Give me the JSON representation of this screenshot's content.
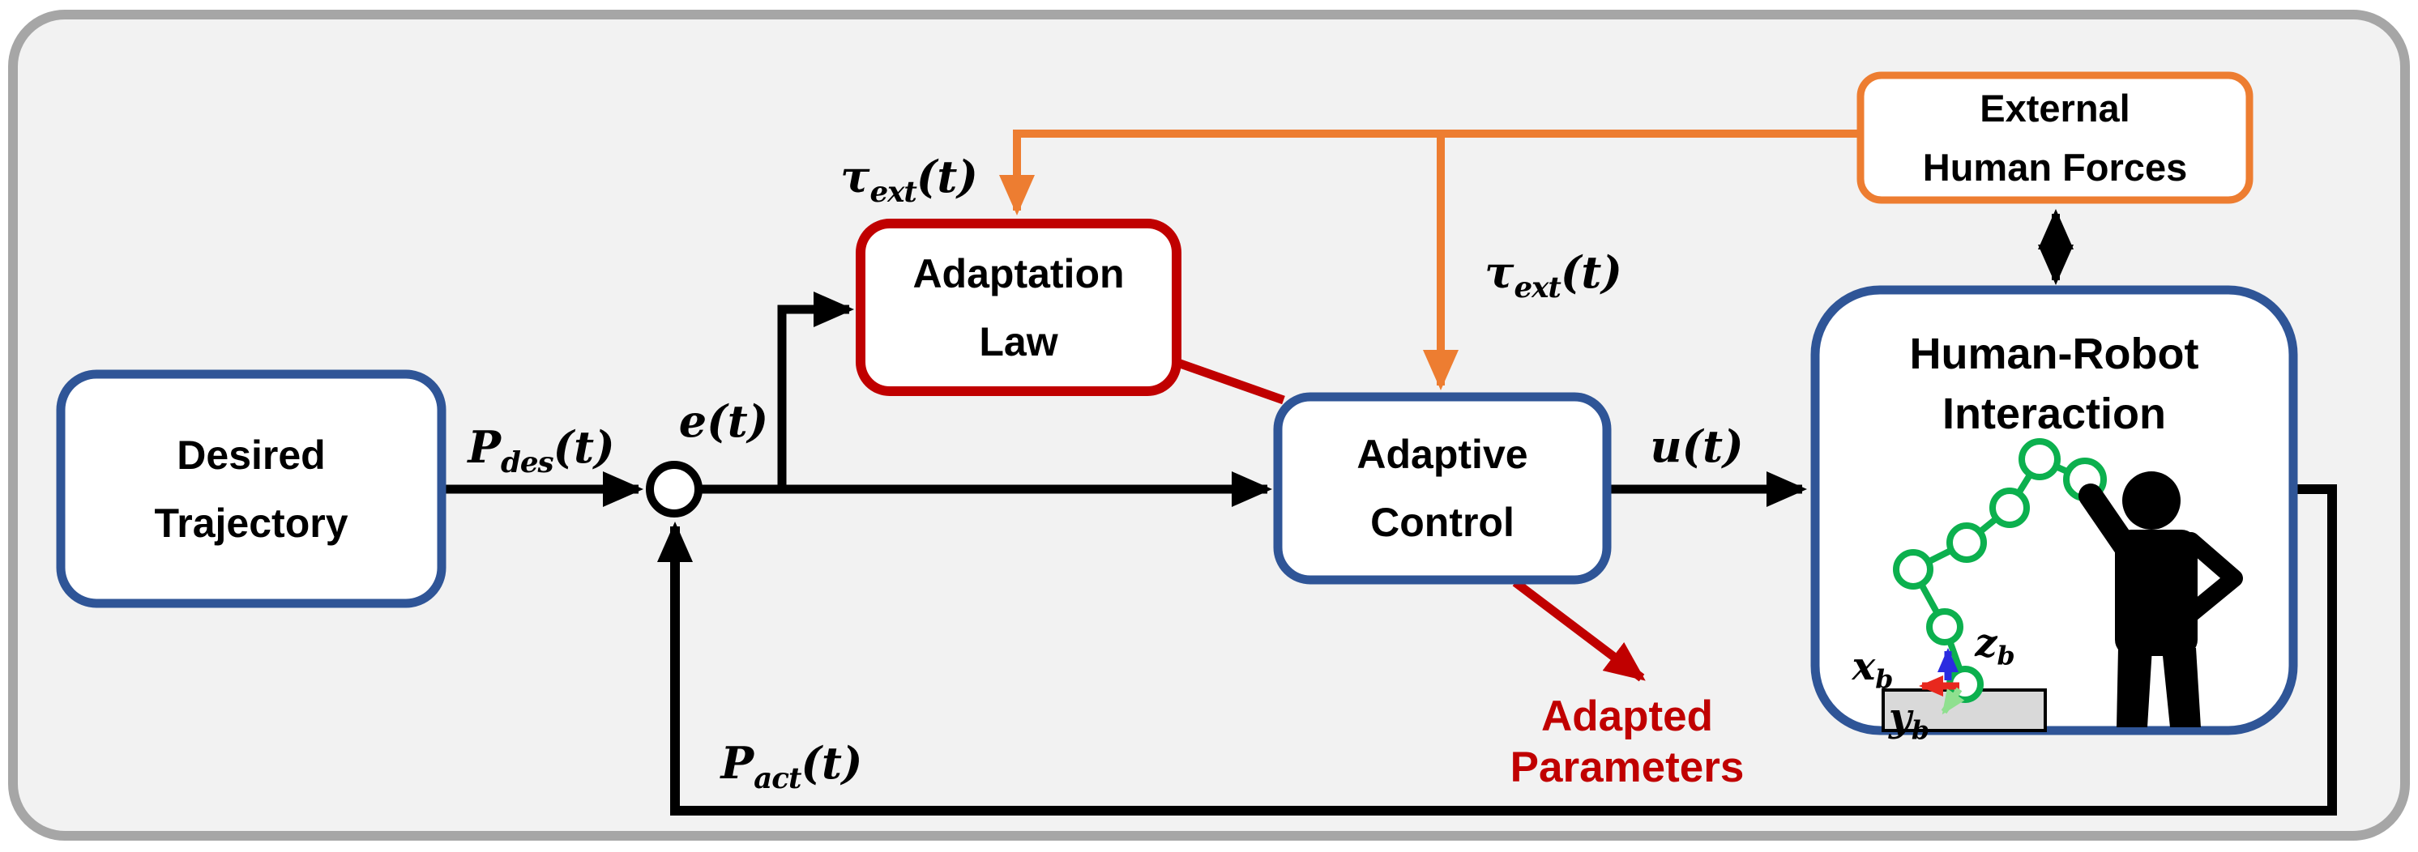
{
  "colors": {
    "background": "#F2F2F2",
    "frame_border": "#A6A6A6",
    "box_blue": "#2F5597",
    "box_red": "#C00000",
    "orange": "#ED7D31",
    "robot_green": "#0CB04E",
    "axis_x_red": "#E8281E",
    "axis_z_blue": "#2B2BE0",
    "axis_y_green": "#8FE08F",
    "platform_gray": "#D9D9D9",
    "line_black": "#000000",
    "box_fill": "#FFFFFF"
  },
  "blocks": {
    "desired_trajectory": {
      "line1": "Desired",
      "line2": "Trajectory"
    },
    "adaptation_law": {
      "line1": "Adaptation",
      "line2": "Law"
    },
    "adaptive_control": {
      "line1": "Adaptive",
      "line2": "Control"
    },
    "external_human_forces": {
      "line1": "External",
      "line2": "Human Forces"
    },
    "human_robot_interaction": {
      "line1": "Human-Robot",
      "line2": "Interaction"
    }
  },
  "signals": {
    "p_des": {
      "main": "P",
      "sub": "des",
      "suffix": "(t)"
    },
    "e": {
      "main": "e",
      "sub": "",
      "suffix": "(t)"
    },
    "tau_ext_adaptation": {
      "main": "τ",
      "sub": "ext",
      "suffix": "(t)"
    },
    "tau_ext_control": {
      "main": "τ",
      "sub": "ext",
      "suffix": "(t)"
    },
    "u": {
      "main": "u",
      "sub": "",
      "suffix": "(t)"
    },
    "p_act": {
      "main": "P",
      "sub": "act",
      "suffix": "(t)"
    }
  },
  "annotations": {
    "adapted_parameters": {
      "line1": "Adapted",
      "line2": "Parameters"
    }
  },
  "axes": {
    "x": {
      "main": "x",
      "sub": "b"
    },
    "z": {
      "main": "z",
      "sub": "b"
    },
    "y": {
      "main": "y",
      "sub": "b"
    }
  }
}
